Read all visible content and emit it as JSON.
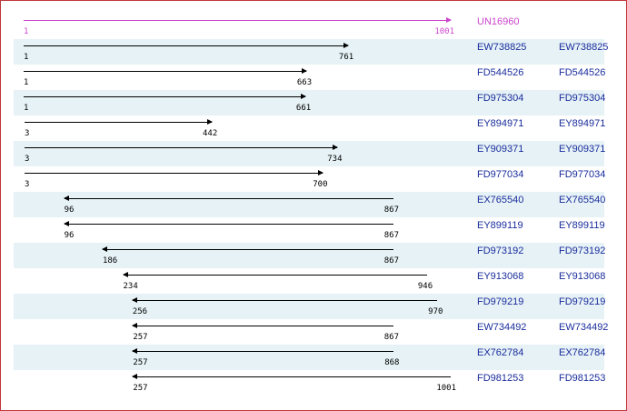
{
  "query": {
    "id": "UN16960",
    "start": 1,
    "end": 1001,
    "color": "#cc44cc"
  },
  "colors": {
    "link": "#1a2d9c",
    "arrow": "#000000",
    "shade": "#e6f2f6",
    "border": "#c0363a"
  },
  "rows": [
    {
      "id": "EW738825",
      "start": 1,
      "end": 761,
      "dir": "forward"
    },
    {
      "id": "FD544526",
      "start": 1,
      "end": 663,
      "dir": "forward"
    },
    {
      "id": "FD975304",
      "start": 1,
      "end": 661,
      "dir": "forward"
    },
    {
      "id": "EY894971",
      "start": 3,
      "end": 442,
      "dir": "forward"
    },
    {
      "id": "EY909371",
      "start": 3,
      "end": 734,
      "dir": "forward"
    },
    {
      "id": "FD977034",
      "start": 3,
      "end": 700,
      "dir": "forward"
    },
    {
      "id": "EX765540",
      "start": 96,
      "end": 867,
      "dir": "reverse"
    },
    {
      "id": "EY899119",
      "start": 96,
      "end": 867,
      "dir": "reverse"
    },
    {
      "id": "FD973192",
      "start": 186,
      "end": 867,
      "dir": "reverse"
    },
    {
      "id": "EY913068",
      "start": 234,
      "end": 946,
      "dir": "reverse"
    },
    {
      "id": "FD979219",
      "start": 256,
      "end": 970,
      "dir": "reverse"
    },
    {
      "id": "EW734492",
      "start": 257,
      "end": 867,
      "dir": "reverse"
    },
    {
      "id": "EX762784",
      "start": 257,
      "end": 868,
      "dir": "reverse"
    },
    {
      "id": "FD981253",
      "start": 257,
      "end": 1001,
      "dir": "reverse"
    }
  ]
}
